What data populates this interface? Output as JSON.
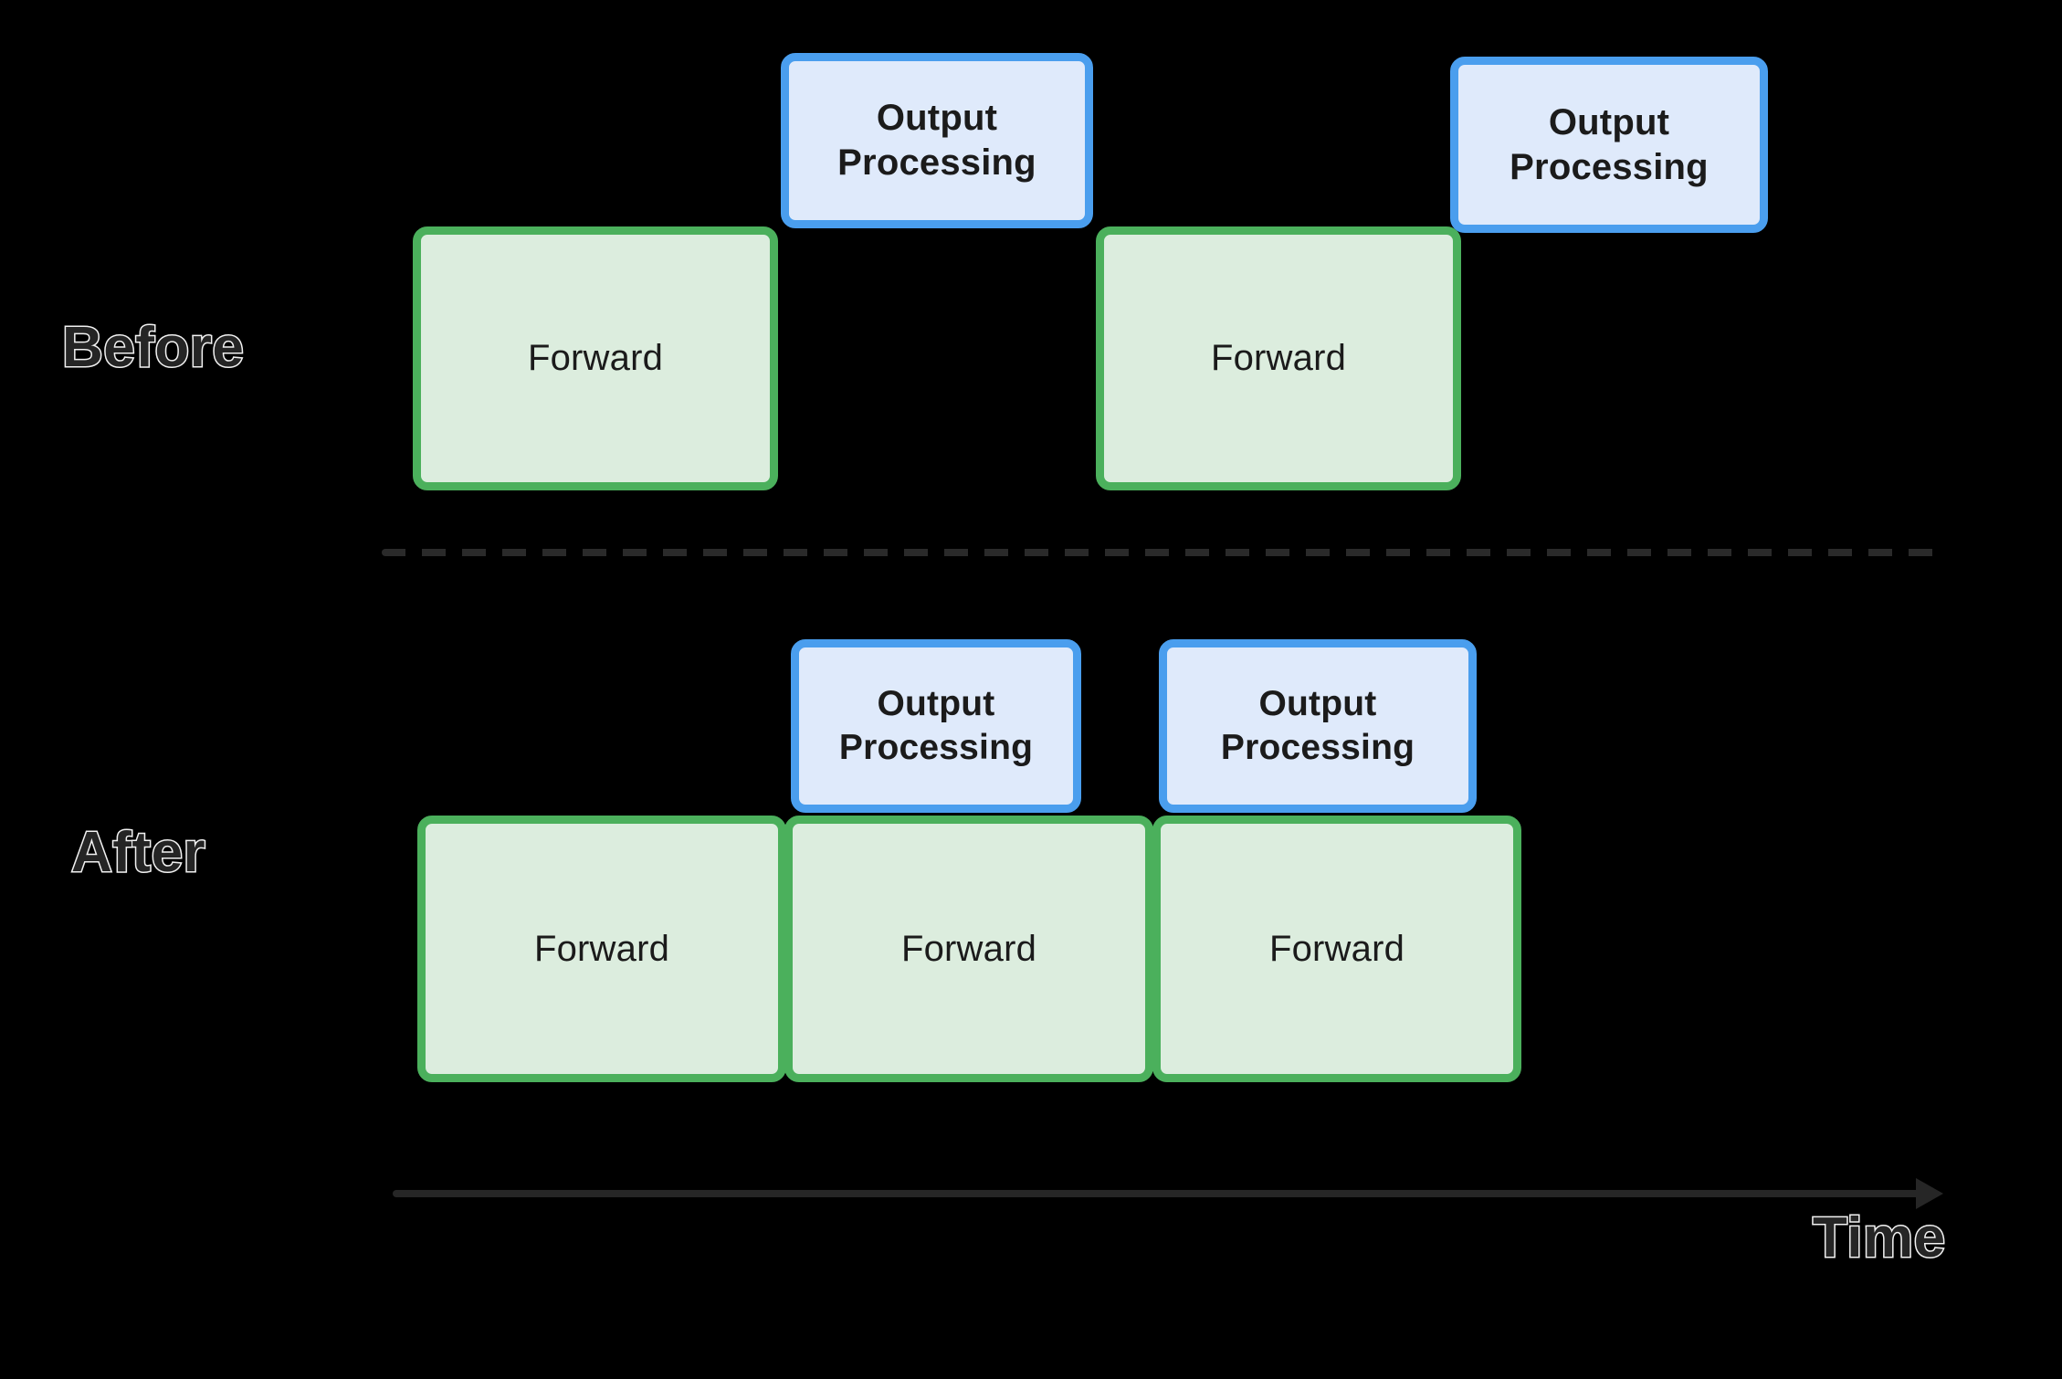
{
  "diagram": {
    "title": "Before and After output processing overlap timeline",
    "background_color": "#000000",
    "forward_fill": "#dcedde",
    "forward_border": "#4bb05c",
    "output_fill": "#dfeafb",
    "output_border": "#4a9eee",
    "divider_color": "#2a2a2a",
    "axis_color": "#262626"
  },
  "rows": [
    {
      "label": "Before",
      "forward_blocks": [
        {
          "label": "Forward"
        },
        {
          "label": "Forward"
        }
      ],
      "output_blocks": [
        {
          "label": "Output\nProcessing"
        },
        {
          "label": "Output\nProcessing"
        }
      ]
    },
    {
      "label": "After",
      "forward_blocks": [
        {
          "label": "Forward"
        },
        {
          "label": "Forward"
        },
        {
          "label": "Forward"
        }
      ],
      "output_blocks": [
        {
          "label": "Output\nProcessing"
        },
        {
          "label": "Output\nProcessing"
        }
      ]
    }
  ],
  "axis": {
    "label": "Time"
  }
}
